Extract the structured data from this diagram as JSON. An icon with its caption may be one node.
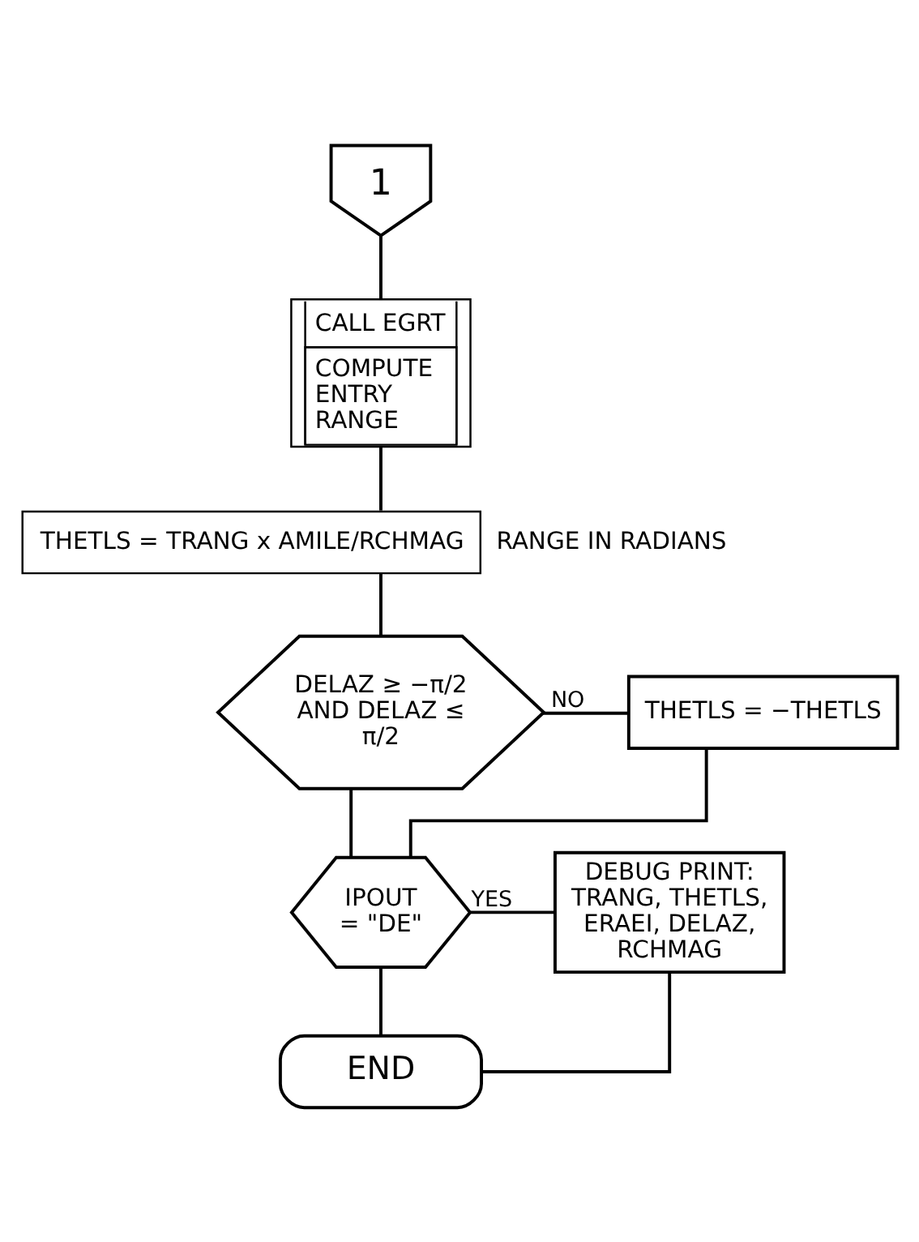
{
  "diagram": {
    "nodes": [
      {
        "text": [
          "1"
        ]
      },
      {
        "text": [
          "CALL EGRT",
          "COMPUTE ENTRY RANGE"
        ]
      },
      {
        "text": [
          "THETLS = TRANG x AMILE/RCHMAG"
        ],
        "beside": [
          "RANGE IN RADIANS"
        ]
      },
      {
        "text": [
          "DELAZ ≥ −π/2 AND DELAZ ≤ π/2"
        ]
      },
      {
        "text": [
          "THETLS = −THETLS"
        ]
      },
      {
        "text": [
          "IPOUT = \"DE\""
        ]
      },
      {
        "text": [
          "DEBUG PRINT: TRANG, THETLS, ERAEI, DELAZ, RCHMAG"
        ]
      },
      {
        "text": [
          "END"
        ]
      }
    ],
    "edges": [
      {
        "from": 0,
        "to": 1,
        "arrow": "none"
      },
      {
        "from": 1,
        "to": 2,
        "arrow": "none"
      },
      {
        "from": 2,
        "to": 3,
        "arrow": "none"
      },
      {
        "from": 3,
        "to": 4,
        "arrow": "none",
        "label": "NO"
      },
      {
        "from": 3,
        "to": 5,
        "arrow": "none"
      },
      {
        "from": 4,
        "to": 5,
        "arrow": "none"
      },
      {
        "from": 5,
        "to": 6,
        "arrow": "none",
        "label": "YES"
      },
      {
        "from": 5,
        "to": 7,
        "arrow": "none"
      },
      {
        "from": 6,
        "to": 7,
        "arrow": "none"
      }
    ]
  }
}
